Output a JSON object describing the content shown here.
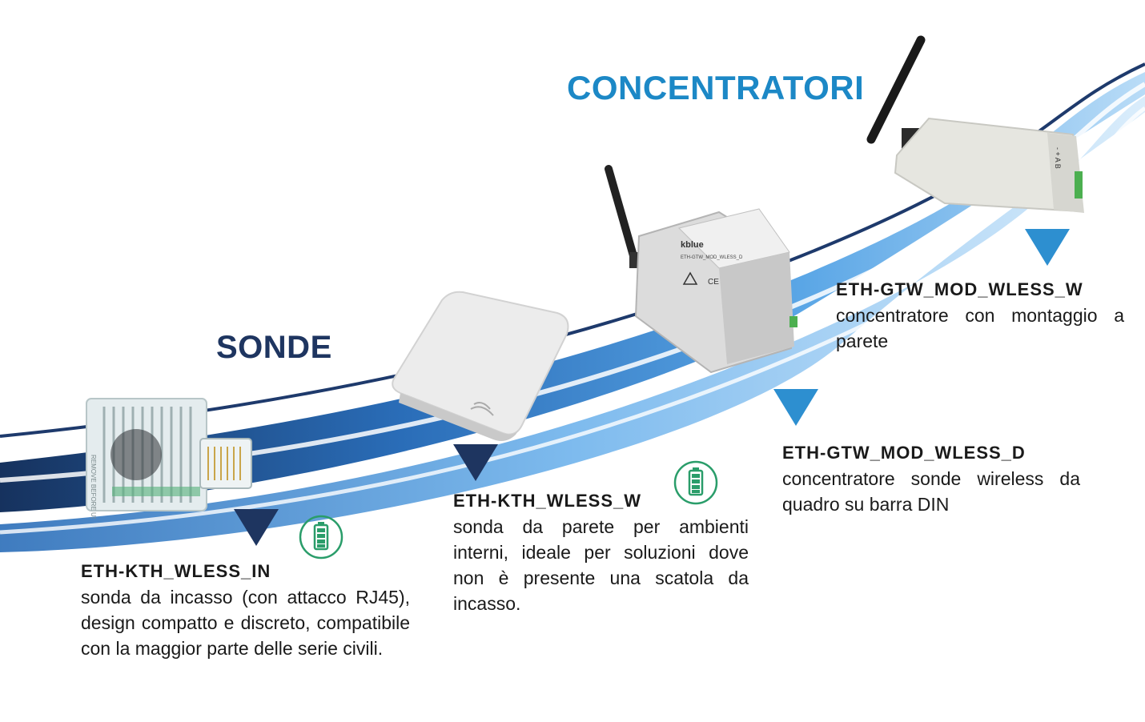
{
  "headings": {
    "sonde": "SONDE",
    "concentratori": "CONCENTRATORI"
  },
  "colors": {
    "navy": "#1e3560",
    "accent_blue": "#1c88c6",
    "pointer_light": "#2d8fd0",
    "battery_green": "#2a9d6a"
  },
  "products": [
    {
      "code": "ETH-KTH_WLESS_IN",
      "description": "sonda da incasso (con attacco RJ45), design compatto e discreto, compatibile con la maggior parte delle serie civili.",
      "icon": "battery-full-icon"
    },
    {
      "code": "ETH-KTH_WLESS_W",
      "description": "sonda da parete per ambienti interni, ideale per soluzioni dove non è presente una scatola da incasso.",
      "icon": "battery-full-icon"
    },
    {
      "code": "ETH-GTW_MOD_WLESS_D",
      "description": "concentratore sonde wireless da quadro su barra DIN"
    },
    {
      "code": "ETH-GTW_MOD_WLESS_W",
      "description": "concentratore con montaggio a parete"
    }
  ],
  "device_labels": {
    "din_brand": "kblue",
    "din_model": "ETH-GTW_MOD_WLESS_D",
    "din_ce": "CE",
    "wall_terminals": "- + A B",
    "rj45_side": "REMOVE BEFORE USE"
  }
}
